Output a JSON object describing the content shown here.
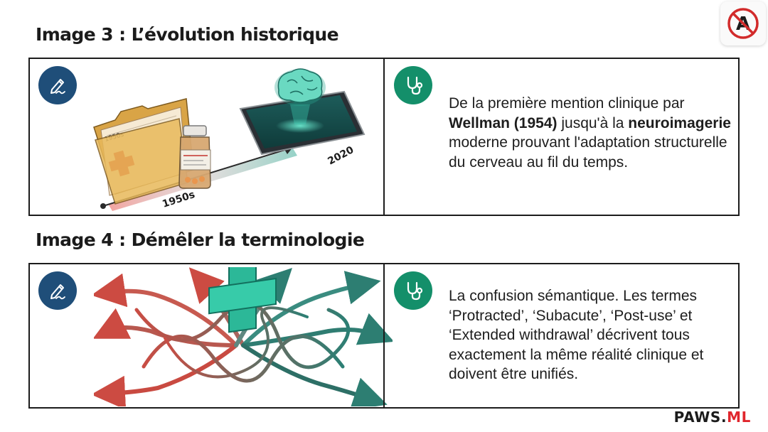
{
  "sections": [
    {
      "title": "Image 3 : L’évolution historique",
      "timeline_labels": [
        "1950s",
        "2020"
      ],
      "folder_label": "1950s",
      "description": {
        "p1": "De la première mention clinique par ",
        "b1": "Wellman (1954)",
        "p2": " jusqu'à la ",
        "b2": "neuroimagerie",
        "p3": " moderne prouvant l'adaptation structurelle du cerveau au fil du temps."
      },
      "icons": [
        "pen-icon",
        "stethoscope-icon",
        "folder-icon",
        "pill-bottle-icon",
        "tablet-icon",
        "brain-icon"
      ]
    },
    {
      "title": "Image 4 : Démêler la terminologie",
      "description": {
        "text": "La confusion sémantique. Les termes ‘Protracted’, ‘Subacute’, ‘Post-use’ et ‘Extended withdrawal’ décrivent tous exactement la même réalité clinique et doivent être unifiés."
      },
      "icons": [
        "pen-icon",
        "stethoscope-icon",
        "medical-cross-icon",
        "tangled-arrows-icon"
      ]
    }
  ],
  "branding": {
    "logo_icon": "no-a-logo-icon",
    "footer_part1": "PAWS.",
    "footer_part2": "ML"
  },
  "colors": {
    "pen_badge": "#1f4e79",
    "stethoscope_badge": "#148f6a",
    "cross_red": "#d93a34",
    "teal": "#2a8a7c",
    "brand_red": "#e0262d"
  }
}
